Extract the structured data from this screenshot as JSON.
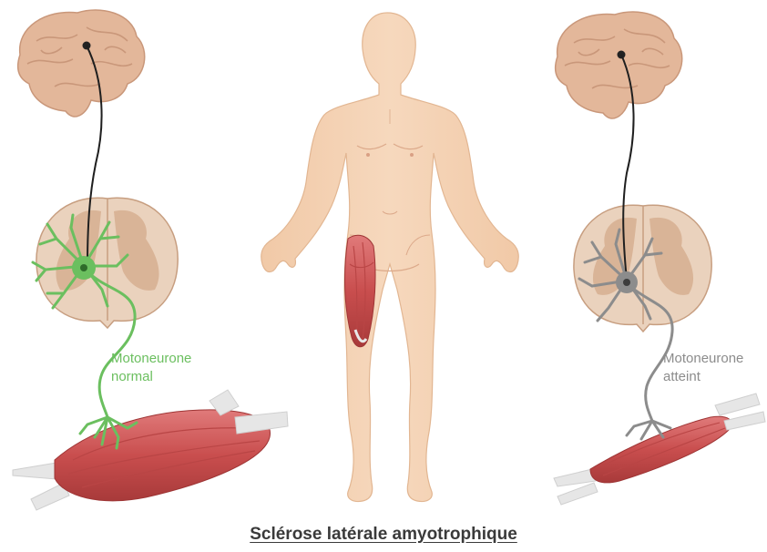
{
  "labels": {
    "normal": [
      "Motoneurone",
      "normal"
    ],
    "affected": [
      "Motoneurone",
      "atteint"
    ]
  },
  "caption": "Sclérose latérale amyotrophique",
  "colors": {
    "normal_neuron": "#6bbf5f",
    "affected_neuron": "#8c8c8c",
    "brain": "#e3b79a",
    "skin": "#f3d0b1",
    "muscle": "#c94e4e",
    "spinal_cord": "#ead2bd"
  },
  "icons": [
    "brain-icon",
    "spinal-cord-icon",
    "muscle-icon",
    "human-body-icon",
    "neuron-icon"
  ]
}
